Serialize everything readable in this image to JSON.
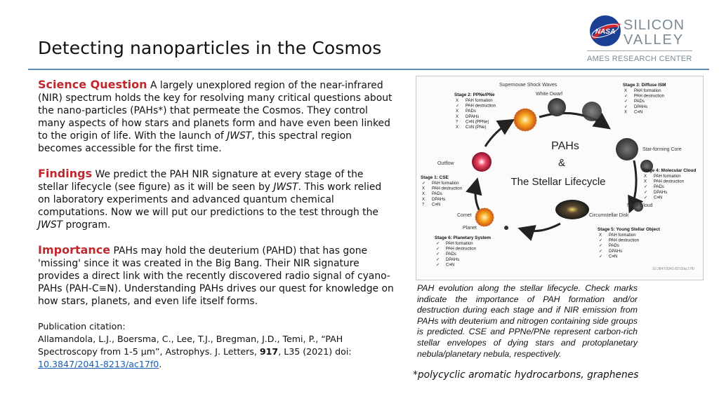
{
  "header": {
    "title": "Detecting nanoparticles in the Cosmos",
    "logo": {
      "nasa": "NASA",
      "line1": "SILICON",
      "line2": "VALLEY",
      "line3": "AMES RESEARCH CENTER"
    }
  },
  "science": {
    "heading": "Science Question",
    "t1": " A largely unexplored region of the near-infrared (NIR) spectrum holds the key for resolving many critical questions about the nano-particles (PAHs*) that permeate the Cosmos. They control many aspects of how stars and planets form and have even been linked to the origin of life. With the launch of ",
    "em": "JWST",
    "t2": ", this spectral region becomes accessible for the first time."
  },
  "findings": {
    "heading": "Findings",
    "t1": " We predict the PAH NIR signature at every stage of the stellar lifecycle (see figure) as it will be seen by ",
    "em1": "JWST",
    "t2": ". This work relied on laboratory experiments and advanced quantum chemical computations. Now we will put our predictions to the test through the ",
    "em2": "JWST",
    "t3": " program."
  },
  "importance": {
    "heading": "Importance",
    "t1": " PAHs may hold the deuterium (PAHD) that has gone 'missing' since it was created in the Big Bang. Their NIR signature provides a direct link with the recently discovered radio signal of cyano-PAHs (PAH-C≡N). Understanding PAHs drives our quest for knowledge on how stars, planets, and even life itself forms."
  },
  "citation": {
    "label": "Publication citation:",
    "t1": "Allamandola, L.J., Boersma, C., Lee, T.J., Bregman, J.D., Temi, P., “PAH Spectroscopy from 1-5 µm”, Astrophys. J. Letters, ",
    "vol": "917",
    "t2": ", L35 (2021) doi: ",
    "doi": "10.3847/2041-8213/ac17f0",
    "t3": "."
  },
  "figure": {
    "center1": "PAHs",
    "center2": "&",
    "center3": "The Stellar Lifecycle",
    "labels": {
      "supernovae": "Supernovae Shock Waves",
      "white_dwarf": "White Dwarf",
      "star_forming": "Star-forming Core",
      "outflow": "Outflow",
      "natal": "Natal Cloud",
      "comet": "Comet",
      "circumstellar": "Circumstellar Disk",
      "planet": "Planet",
      "doi": "10.3847/2041-8213/ac17f0"
    },
    "stages": [
      {
        "title": "Stage 1: CSE",
        "items": [
          [
            "✓",
            "PAH formation"
          ],
          [
            "X",
            "PAH destruction"
          ],
          [
            "X",
            "PADs"
          ],
          [
            "X",
            "DPAHs"
          ],
          [
            "?",
            "C≡N"
          ]
        ]
      },
      {
        "title": "Stage 2: PPNe/PNe",
        "items": [
          [
            "X",
            "PAH formation"
          ],
          [
            "✓",
            "PAH destruction"
          ],
          [
            "X",
            "PADs"
          ],
          [
            "X",
            "DPAHs"
          ],
          [
            "?",
            "C≡N (PPNe)"
          ],
          [
            "X",
            "C≡N (PNe)"
          ]
        ]
      },
      {
        "title": "Stage 3: Diffuse ISM",
        "items": [
          [
            "X",
            "PAH formation"
          ],
          [
            "✓",
            "PAH destruction"
          ],
          [
            "✓",
            "PADs"
          ],
          [
            "✓",
            "DPAHs"
          ],
          [
            "X",
            "C≡N"
          ]
        ]
      },
      {
        "title": "Stage 4: Molecular Cloud",
        "items": [
          [
            "X",
            "PAH formation"
          ],
          [
            "X",
            "PAH destruction"
          ],
          [
            "✓",
            "PADs"
          ],
          [
            "✓",
            "DPAHs"
          ],
          [
            "✓",
            "C≡N"
          ]
        ]
      },
      {
        "title": "Stage 5: Young Stellar Object",
        "items": [
          [
            "X",
            "PAH formation"
          ],
          [
            "✓",
            "PAH destruction"
          ],
          [
            "✓",
            "PADs"
          ],
          [
            "✓",
            "DPAHs"
          ],
          [
            "✓",
            "C≡N"
          ]
        ]
      },
      {
        "title": "Stage 6: Planetary System",
        "items": [
          [
            "✓",
            "PAH formation"
          ],
          [
            "✓",
            "PAH destruction"
          ],
          [
            "✓",
            "PADs"
          ],
          [
            "✓",
            "DPAHs"
          ],
          [
            "✓",
            "C≡N"
          ]
        ]
      }
    ]
  },
  "caption": "PAH evolution along the stellar lifecycle. Check marks indicate the importance of PAH formation and/or destruction during each stage and if NIR emission from PAHs with deuterium and nitrogen containing side groups is predicted. CSE and PPNe/PNe represent carbon-rich stellar envelopes of dying stars and protoplanetary nebula/planetary nebula, respectively.",
  "footnote": "*polycyclic aromatic hydrocarbons, graphenes",
  "colors": {
    "heading_red": "#c0272d",
    "rule_blue": "#5b8db8",
    "link_blue": "#1a5fb4"
  }
}
